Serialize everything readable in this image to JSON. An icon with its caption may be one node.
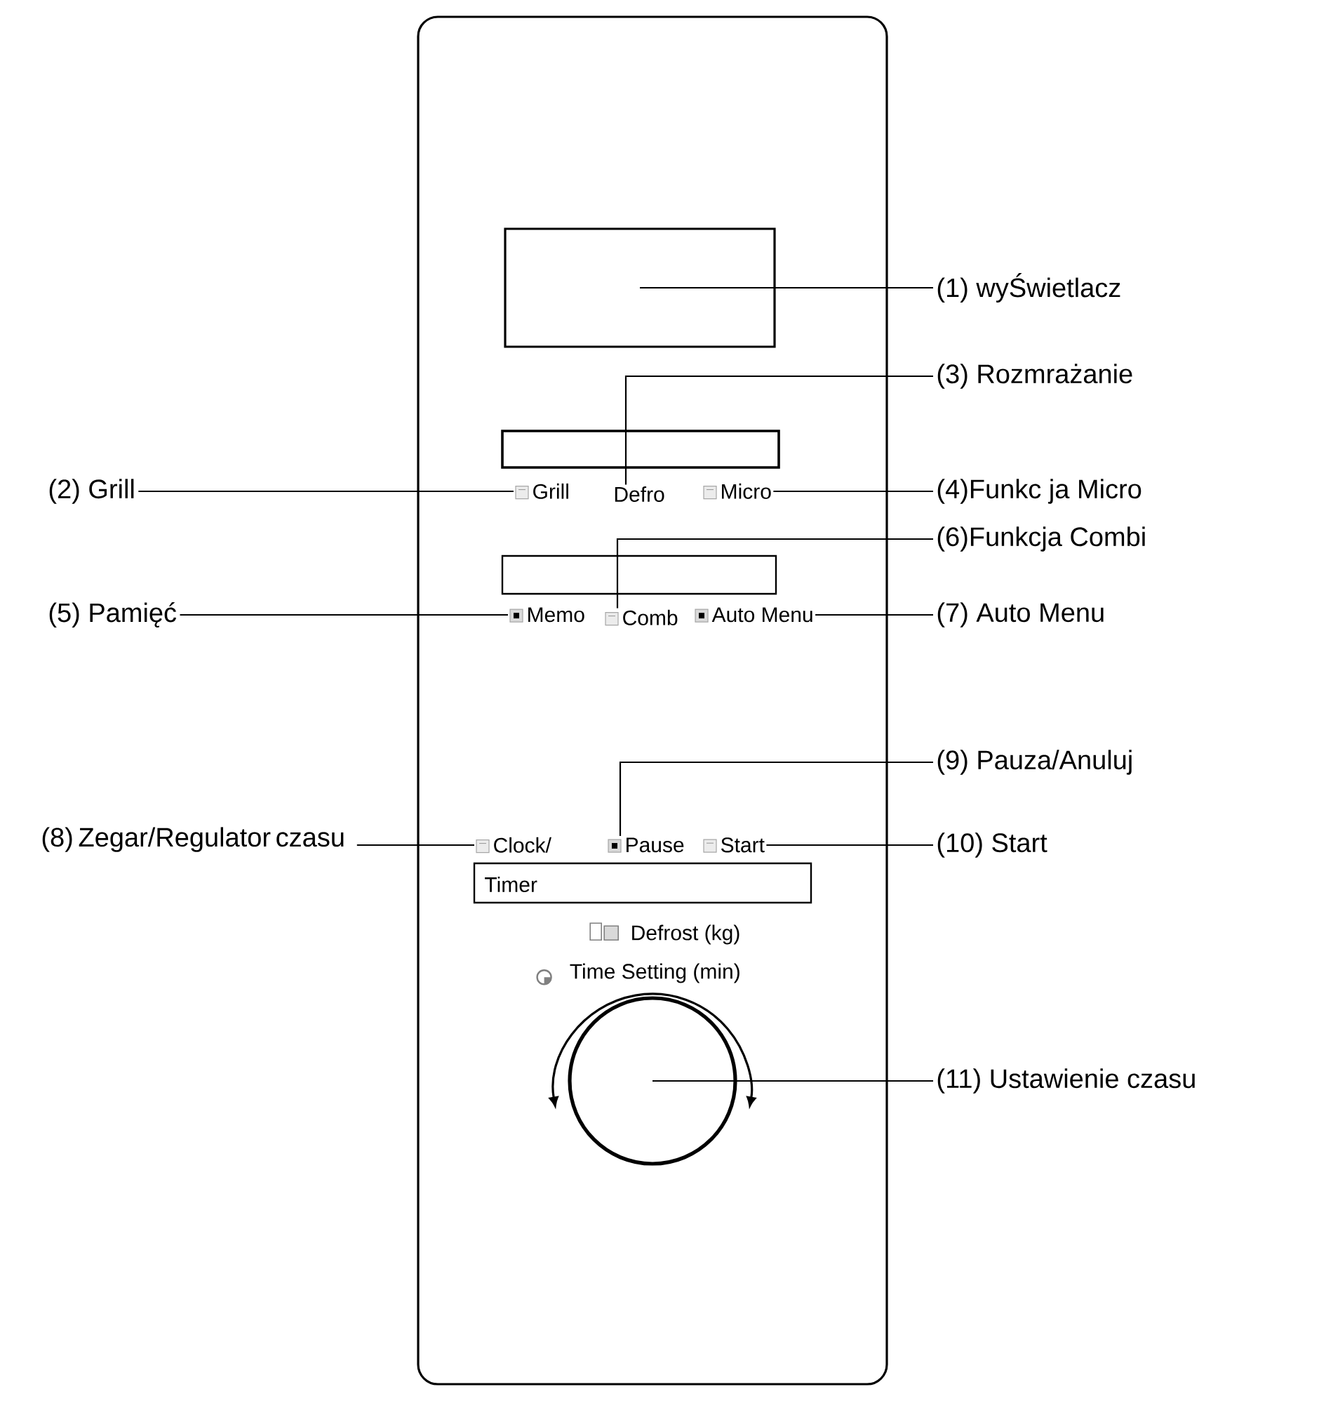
{
  "diagram": {
    "nodes": [
      {
        "text": [],
        "shape": "box"
      },
      {
        "text": [
          "(1) wyŚwietlacz"
        ]
      },
      {
        "text": [
          "(3) Rozmrażanie"
        ]
      },
      {
        "text": [
          "(2) Grill"
        ]
      },
      {
        "text": [
          "Grill"
        ]
      },
      {
        "text": [
          "Defro"
        ]
      },
      {
        "text": [
          "Micro"
        ]
      },
      {
        "text": [
          "(4)Funkc ja Micro"
        ]
      },
      {
        "text": [
          "(6)Funkcja Combi"
        ]
      },
      {
        "text": [
          "(5) Pamięć"
        ]
      },
      {
        "text": [
          "Memo"
        ]
      },
      {
        "text": [
          "Comb"
        ]
      },
      {
        "text": [
          "Auto Menu"
        ]
      },
      {
        "text": [
          "(7) Auto Menu"
        ]
      },
      {
        "text": [
          "(9) Pauza/Anuluj"
        ]
      },
      {
        "text": [
          "(8) Zegar/Regulator czasu"
        ]
      },
      {
        "text": [
          "Clock/"
        ]
      },
      {
        "text": [
          "Pause"
        ]
      },
      {
        "text": [
          "Start"
        ]
      },
      {
        "text": [
          "(10) Start"
        ]
      },
      {
        "text": [],
        "shape": "circle",
        "beside": [
          "Time Setting (min)"
        ]
      },
      {
        "text": [
          "(11) Ustawienie czasu"
        ]
      }
    ],
    "edges": [
      {
        "from": 1,
        "to": 0,
        "arrow": "none"
      },
      {
        "from": 2,
        "to": 5,
        "arrow": "none"
      },
      {
        "from": 3,
        "to": 4,
        "arrow": "none"
      },
      {
        "from": 7,
        "to": 6,
        "arrow": "none"
      },
      {
        "from": 8,
        "to": 11,
        "arrow": "none"
      },
      {
        "from": 9,
        "to": 10,
        "arrow": "none"
      },
      {
        "from": 13,
        "to": 12,
        "arrow": "none"
      },
      {
        "from": 14,
        "to": 17,
        "arrow": "none"
      },
      {
        "from": 15,
        "to": 16,
        "arrow": "none"
      },
      {
        "from": 19,
        "to": 18,
        "arrow": "none"
      },
      {
        "from": 21,
        "to": 20,
        "arrow": "none"
      }
    ],
    "labels": [
      "Timer",
      "Defrost (kg)"
    ]
  }
}
